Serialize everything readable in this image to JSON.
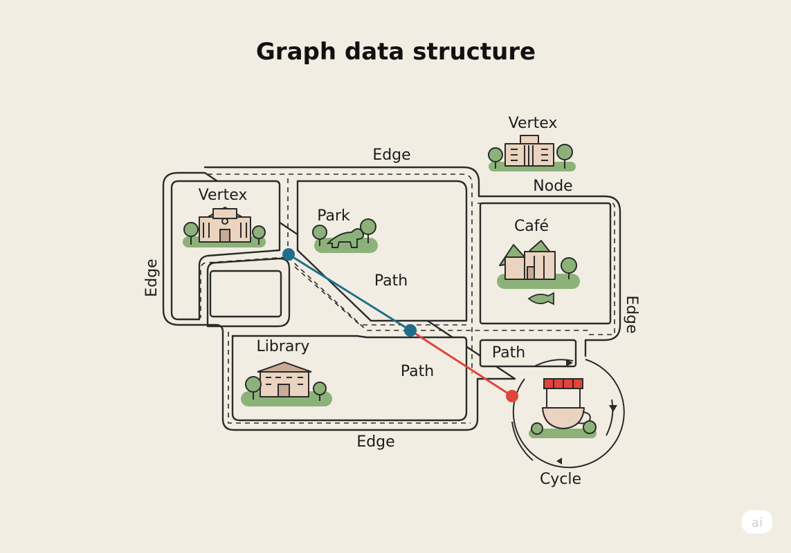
{
  "title": "Graph data structure",
  "labels": {
    "vertex_top_right": "Vertex",
    "edge_top": "Edge",
    "node": "Node",
    "vertex_left": "Vertex",
    "park": "Park",
    "cafe": "Café",
    "edge_left": "Edge",
    "path_center": "Path",
    "edge_right": "Edge",
    "path_right": "Path",
    "library": "Library",
    "path_lower": "Path",
    "edge_bottom": "Edge",
    "cycle": "Cycle"
  },
  "colors": {
    "background": "#f1ede3",
    "path_blue": "#1f6e8c",
    "path_red": "#e0443a",
    "grass": "#8cb27a",
    "building": "#ead3bf"
  },
  "badge": "ai"
}
